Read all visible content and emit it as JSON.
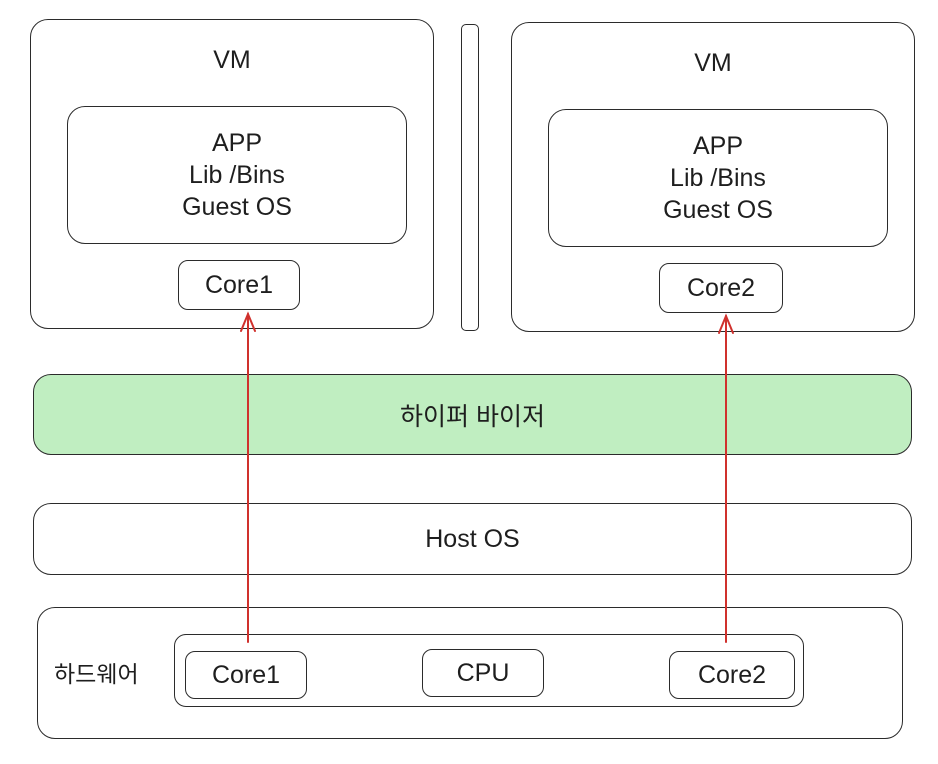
{
  "vms": [
    {
      "title": "VM",
      "stack": [
        "APP",
        "Lib /Bins",
        "Guest OS"
      ],
      "core": "Core1"
    },
    {
      "title": "VM",
      "stack": [
        "APP",
        "Lib /Bins",
        "Guest OS"
      ],
      "core": "Core2"
    }
  ],
  "hypervisor": {
    "label": "하이퍼 바이저",
    "fill": "#c0eec1"
  },
  "host_os": {
    "label": "Host OS"
  },
  "hardware": {
    "label": "하드웨어",
    "cpu_group": [
      "Core1",
      "CPU",
      "Core2"
    ]
  },
  "arrows": {
    "color": "#d0312d",
    "from": [
      "hardware Core1",
      "hardware Core2"
    ],
    "to": [
      "VM Core1",
      "VM Core2"
    ]
  }
}
